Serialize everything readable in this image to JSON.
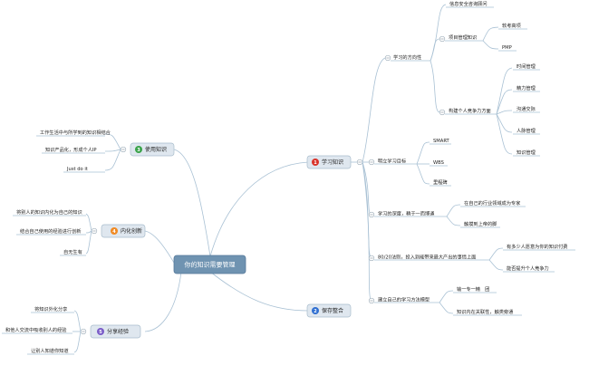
{
  "root": {
    "label": "你的知识需要管理"
  },
  "topics": {
    "learn": {
      "label": "学习知识",
      "badge": "1",
      "badge_color": "#d9342b"
    },
    "save": {
      "label": "保存整合",
      "badge": "2",
      "badge_color": "#2f6fd1"
    },
    "use": {
      "label": "使用知识",
      "badge": "3",
      "badge_color": "#3aa34a"
    },
    "innovate": {
      "label": "内化创新",
      "badge": "4",
      "badge_color": "#f08a24"
    },
    "share": {
      "label": "分享经验",
      "badge": "5",
      "badge_color": "#7a5cc8"
    }
  },
  "learn": {
    "direction": {
      "label": "学习的方向性",
      "children": [
        "信息安全咨询顾问",
        "项目管理知识",
        "构建个人竞争力方面"
      ],
      "pm_children": [
        "软考高项",
        "PMP"
      ],
      "compete_children": [
        "时间管理",
        "精力管理",
        "沟通交际",
        "人脉管理",
        "知识管理"
      ]
    },
    "goals": {
      "label": "明立学习目标",
      "children": [
        "SMART",
        "WBS",
        "里程碑"
      ]
    },
    "depth": {
      "label": "学习的深度，精于一而博通",
      "children": [
        "在自己的行业领域成为专家",
        "触摸到上帝的脚"
      ]
    },
    "rule": {
      "label": "80/20法则，投入到能带来最大产出的事情上面",
      "children": [
        "有多少人愿意为你的知识付费",
        "能否提升个人竞争力"
      ]
    },
    "model": {
      "label": "建立自己的学习方法模型",
      "children": [
        "输一专一精　团",
        "知识内在关联性，触类旁通"
      ]
    }
  },
  "use": {
    "children": [
      "工作生活中与所学到的知识相结合",
      "知识产品化，形成个人IP",
      "Just do it"
    ]
  },
  "innovate": {
    "children": [
      "将别人的知识内化为自己的知识",
      "结合自己使用的经验进行创新",
      "自无生有"
    ]
  },
  "share": {
    "children": [
      "将知识外化分享",
      "和他人交流中吸收别人的经验",
      "让别人知道你知道"
    ]
  }
}
